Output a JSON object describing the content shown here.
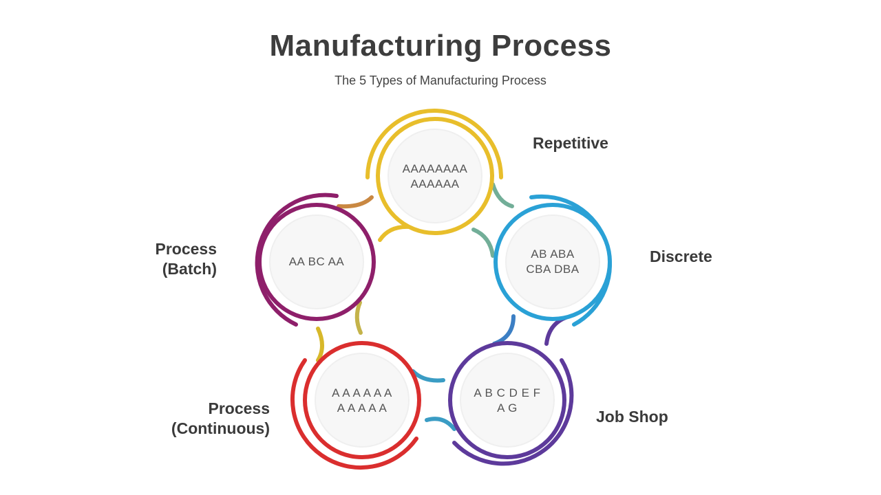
{
  "title": "Manufacturing Process",
  "subtitle": "The 5 Types of Manufacturing Process",
  "colors": {
    "repetitive": "#E8BE2B",
    "discrete": "#2AA1D6",
    "job_shop": "#5D3A9B",
    "continuous": "#DA2E2E",
    "batch": "#8E1F6A",
    "inner_fill": "#F7F7F7",
    "label_text": "#3A3A3A"
  },
  "nodes": [
    {
      "id": "repetitive",
      "label": "Repetitive",
      "text_line1": "AAAAAAAA",
      "text_line2": "AAAAAA"
    },
    {
      "id": "discrete",
      "label": "Discrete",
      "text_line1": "AB ABA",
      "text_line2": "CBA DBA"
    },
    {
      "id": "job_shop",
      "label": "Job Shop",
      "text_line1": "A B C D E F",
      "text_line2": "A G"
    },
    {
      "id": "continuous",
      "label_line1": "Process",
      "label_line2": "(Continuous)",
      "text_line1": "A A A A A A",
      "text_line2": "A A A A A"
    },
    {
      "id": "batch",
      "label_line1": "Process",
      "label_line2": "(Batch)",
      "text_line1": "AA BC AA",
      "text_line2": ""
    }
  ]
}
